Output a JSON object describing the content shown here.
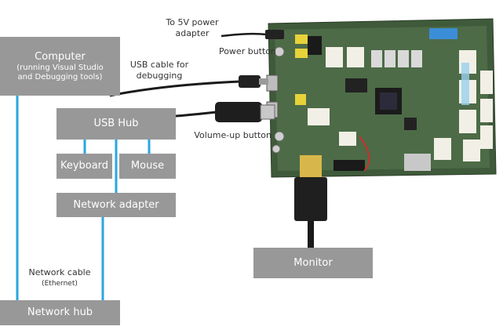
{
  "boxes": {
    "computer": {
      "title": "Computer",
      "subtitle_line1": "(running Visual Studio",
      "subtitle_line2": "and Debugging tools)"
    },
    "usb_hub": {
      "title": "USB Hub"
    },
    "keyboard": {
      "title": "Keyboard"
    },
    "mouse": {
      "title": "Mouse"
    },
    "network_adapter": {
      "title": "Network adapter"
    },
    "network_hub": {
      "title": "Network hub"
    },
    "monitor": {
      "title": "Monitor"
    }
  },
  "labels": {
    "power_adapter_line1": "To 5V power",
    "power_adapter_line2": "adapter",
    "power_button": "Power button",
    "usb_debug_line1": "USB cable for",
    "usb_debug_line2": "debugging",
    "volume_up_button": "Volume-up button",
    "network_cable": "Network cable",
    "network_cable_sub": "(Ethernet)"
  },
  "colors": {
    "box_fill": "#989898",
    "box_text": "#ffffff",
    "network_line": "#2aa6e0",
    "cable": "#1a1a1a",
    "board": "#3f5a3a"
  }
}
